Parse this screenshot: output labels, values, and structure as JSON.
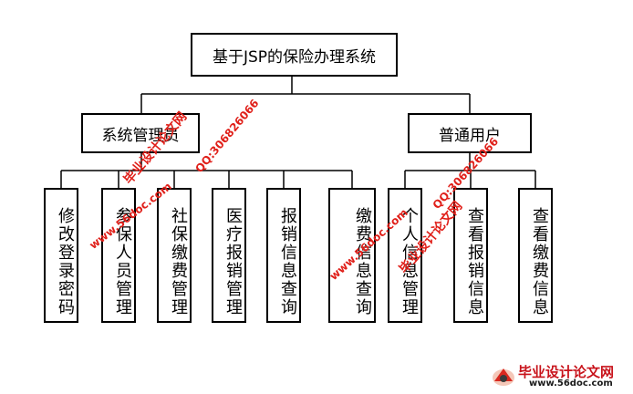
{
  "root": {
    "label": "基于JSP的保险办理系统"
  },
  "branches": [
    {
      "label": "系统管理员",
      "children": [
        "修改登录密码",
        "参保人员管理",
        "社保缴费管理",
        "医疗报销管理",
        "报销信息查询",
        "缴费信息查询"
      ]
    },
    {
      "label": "普通用户",
      "children": [
        "个人信息管理",
        "查看报销信息",
        "查看缴费信息"
      ]
    }
  ],
  "watermarks": {
    "site_cn": "毕业设计论文网",
    "qq": "QQ:306826066",
    "url": "www.56doc.com"
  },
  "logo": {
    "text": "毕业设计论文网",
    "url": "www.56doc.com"
  },
  "colors": {
    "line": "#000000",
    "watermark": "#e0201a",
    "logo": "#c8131b"
  }
}
